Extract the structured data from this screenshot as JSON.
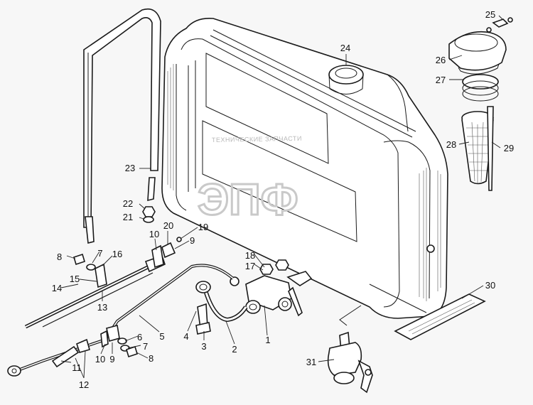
{
  "watermark": {
    "text": "ТЕХНИЧЕСКИЕ ЗАПЧАСТИ",
    "logo": "ЭПФ"
  },
  "labels": [
    {
      "id": "1",
      "text": "1"
    },
    {
      "id": "2",
      "text": "2"
    },
    {
      "id": "3",
      "text": "3"
    },
    {
      "id": "4",
      "text": "4"
    },
    {
      "id": "5",
      "text": "5"
    },
    {
      "id": "6",
      "text": "6"
    },
    {
      "id": "7a",
      "text": "7"
    },
    {
      "id": "7b",
      "text": "7"
    },
    {
      "id": "8a",
      "text": "8"
    },
    {
      "id": "8b",
      "text": "8"
    },
    {
      "id": "9a",
      "text": "9"
    },
    {
      "id": "9b",
      "text": "9"
    },
    {
      "id": "10a",
      "text": "10"
    },
    {
      "id": "10b",
      "text": "10"
    },
    {
      "id": "11",
      "text": "11"
    },
    {
      "id": "12",
      "text": "12"
    },
    {
      "id": "13",
      "text": "13"
    },
    {
      "id": "14",
      "text": "14"
    },
    {
      "id": "15",
      "text": "15"
    },
    {
      "id": "16",
      "text": "16"
    },
    {
      "id": "17",
      "text": "17"
    },
    {
      "id": "18",
      "text": "18"
    },
    {
      "id": "19",
      "text": "19"
    },
    {
      "id": "20",
      "text": "20"
    },
    {
      "id": "21",
      "text": "21"
    },
    {
      "id": "22",
      "text": "22"
    },
    {
      "id": "23",
      "text": "23"
    },
    {
      "id": "24",
      "text": "24"
    },
    {
      "id": "25",
      "text": "25"
    },
    {
      "id": "26",
      "text": "26"
    },
    {
      "id": "27",
      "text": "27"
    },
    {
      "id": "28",
      "text": "28"
    },
    {
      "id": "29",
      "text": "29"
    },
    {
      "id": "30",
      "text": "30"
    },
    {
      "id": "31",
      "text": "31"
    }
  ]
}
